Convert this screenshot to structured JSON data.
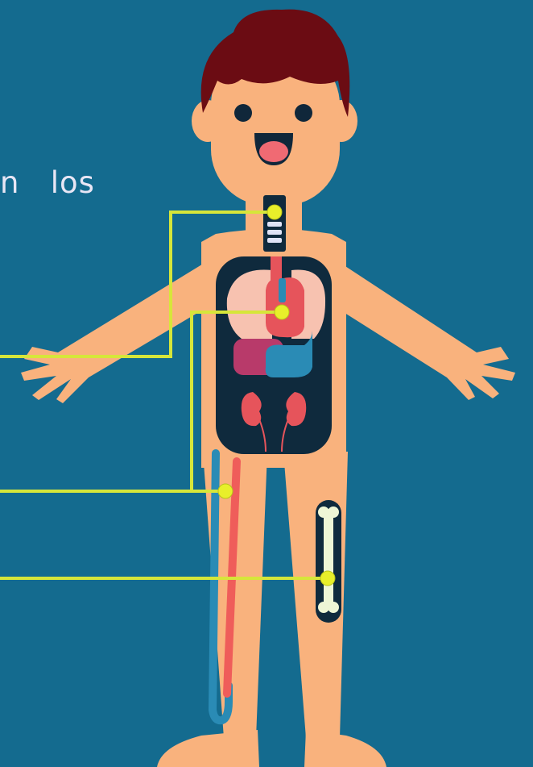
{
  "caption": {
    "text": "n   los"
  },
  "colors": {
    "background": "#146b8f",
    "skin": "#f9b27d",
    "hair": "#6b0c13",
    "eye": "#10273a",
    "mouth": "#f06a73",
    "torso_cavity": "#0f2a3d",
    "lungs": "#f7c2b0",
    "heart": "#e6545b",
    "stomach": "#2a8bb5",
    "liver": "#b83a6a",
    "kidneys": "#e6545b",
    "artery": "#ef5d5a",
    "vein": "#2a8bb5",
    "bone": "#eef6d6",
    "pointer_line": "#d6e63a",
    "pointer_dot": "#e8ef2a"
  },
  "labels": {
    "trachea": "trachea-pointer",
    "heart": "heart-pointer",
    "blood_vessels": "blood-vessels-pointer",
    "bone": "bone-pointer"
  }
}
